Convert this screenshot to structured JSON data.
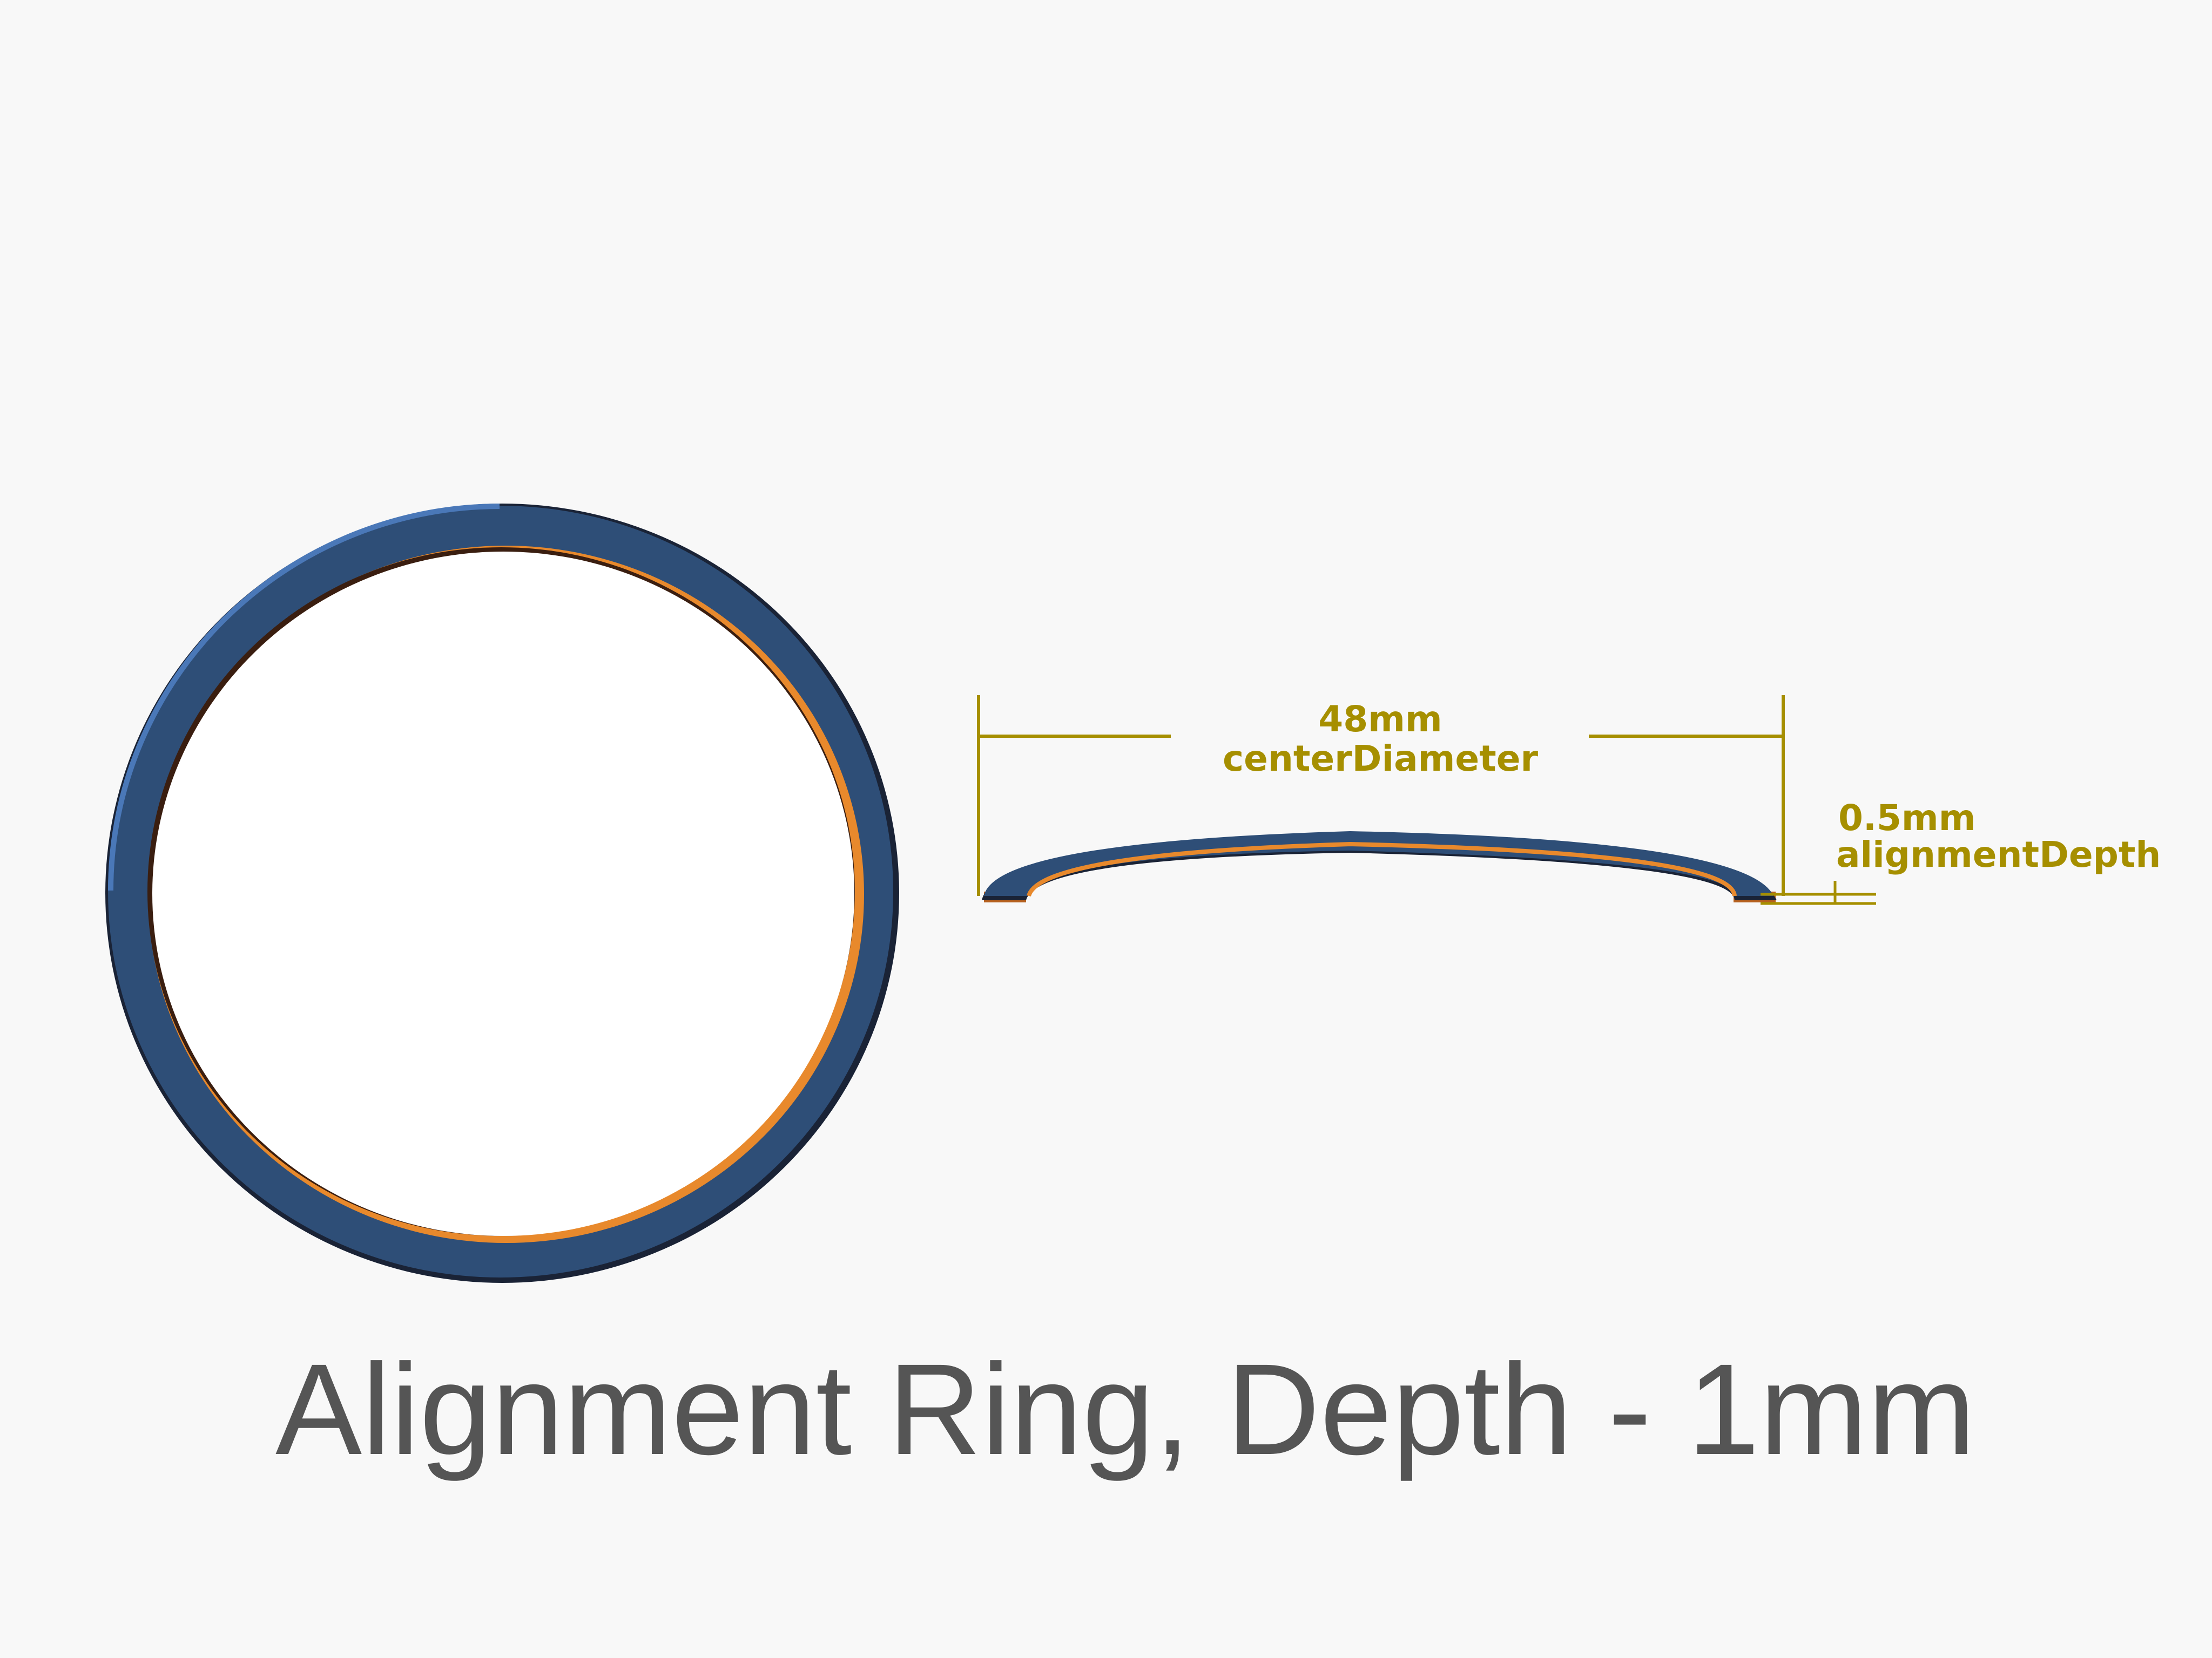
{
  "caption": "Alignment Ring, Depth - 1mm",
  "dimensions": {
    "diameter": {
      "value": "48mm",
      "name": "centerDiameter"
    },
    "depth": {
      "value": "0.5mm",
      "name": "alignmentDepth"
    }
  },
  "colors": {
    "background": "#f8f8f8",
    "ring_blue": "#2e4e77",
    "ring_blue_edge": "#4a78b8",
    "ring_orange": "#e8892c",
    "ring_dark": "#1a2336",
    "dimension": "#a68f00",
    "caption_text": "#555555"
  }
}
